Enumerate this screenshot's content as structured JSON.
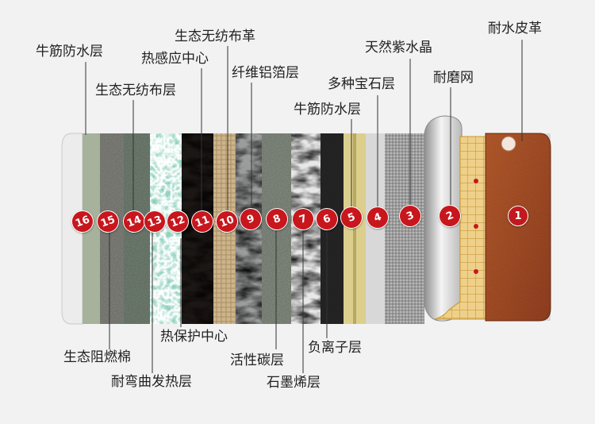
{
  "top_labels": [
    {
      "text": "牛筋防水层"
    },
    {
      "text": "生态无纺布层"
    },
    {
      "text": "生态无纺布革"
    },
    {
      "text": "热感应中心"
    },
    {
      "text": "纤维铝箔层"
    },
    {
      "text": "牛筋防水层"
    },
    {
      "text": "多种宝石层"
    },
    {
      "text": "天然紫水晶"
    },
    {
      "text": "耐磨网"
    },
    {
      "text": "耐水皮革"
    }
  ],
  "bottom_labels": [
    {
      "text": "生态阻燃棉"
    },
    {
      "text": "耐弯曲发热层"
    },
    {
      "text": "热保护中心"
    },
    {
      "text": "活性碳层"
    },
    {
      "text": "石墨烯层"
    },
    {
      "text": "负离子层"
    }
  ],
  "badges": [
    "16",
    "15",
    "14",
    "13",
    "12",
    "11",
    "10",
    "9",
    "8",
    "7",
    "6",
    "5",
    "4",
    "3",
    "2",
    "1"
  ],
  "colors": {
    "badge": "#c8161d",
    "leather": "#b5542a",
    "mesh": "#e9c878"
  }
}
